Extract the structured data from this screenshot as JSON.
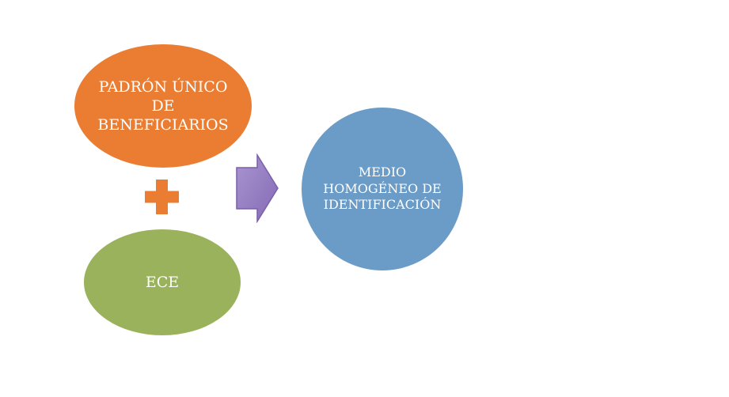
{
  "diagram": {
    "nodes": [
      {
        "id": "padron",
        "label": "PADRÓN ÚNICO\nDE\nBENEFICIARIOS",
        "color": "#ea7d32"
      },
      {
        "id": "ece",
        "label": "ECE",
        "color": "#9bb25d"
      },
      {
        "id": "medio",
        "label": "MEDIO\nHOMOGÉNEO DE\nIDENTIFICACIÓN",
        "color": "#6b9bc7"
      }
    ],
    "operators": {
      "plus": {
        "icon": "plus-icon",
        "color": "#ea7d32"
      },
      "arrow": {
        "icon": "arrow-right-icon",
        "color": "#9a83c4"
      }
    }
  }
}
